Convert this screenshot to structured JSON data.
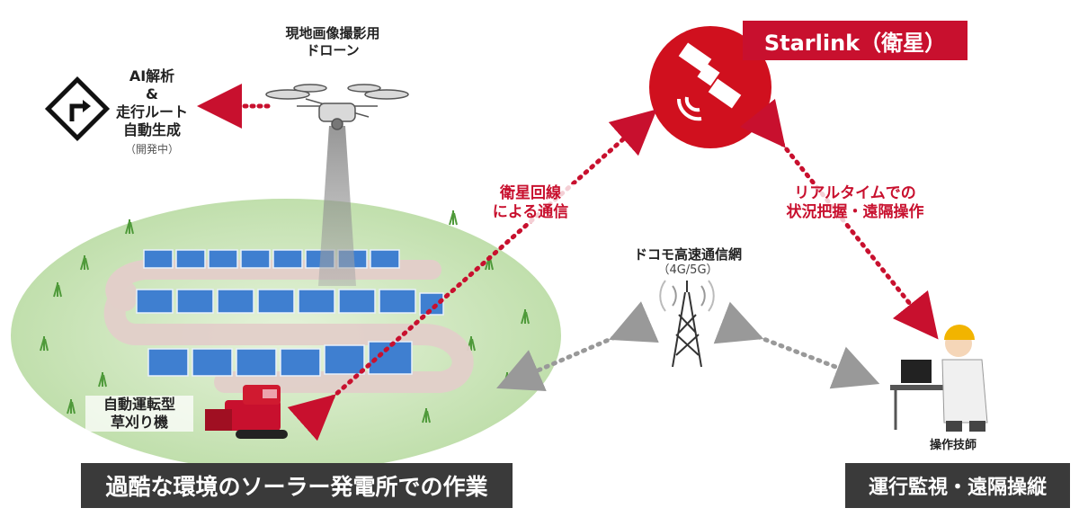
{
  "starlink_label": "Starlink（衛星）",
  "drone_label_line1": "現地画像撮影用",
  "drone_label_line2": "ドローン",
  "ai_line1": "AI解析",
  "ai_line2": "&",
  "ai_line3": "走行ルート",
  "ai_line4": "自動生成",
  "ai_note": "（開発中）",
  "sat_link_line1": "衛星回線",
  "sat_link_line2": "による通信",
  "realtime_line1": "リアルタイムでの",
  "realtime_line2": "状況把握・遠隔操作",
  "docomo_line1": "ドコモ高速通信網",
  "docomo_line2": "（4G/5G）",
  "mower_line1": "自動運転型",
  "mower_line2": "草刈り機",
  "operator_label": "操作技師",
  "bottom_left": "過酷な環境のソーラー発電所での作業",
  "bottom_right": "運行監視・遠隔操縦",
  "colors": {
    "accent_red": "#c8102e",
    "dark_bar": "#3a3a3a",
    "field_green": "#cfe8bd",
    "path_pink": "#e8d7d2",
    "panel_blue": "#3f7fd0"
  }
}
